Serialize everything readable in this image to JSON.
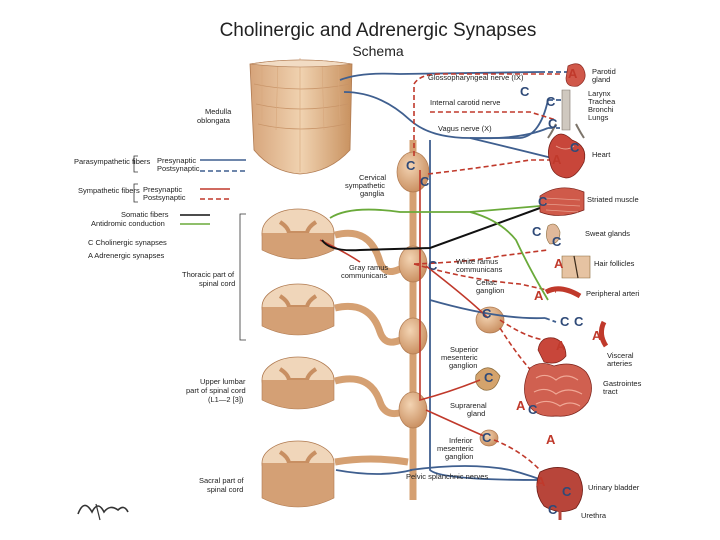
{
  "title": "Cholinergic and Adrenergic Synapses",
  "subtitle": "Schema",
  "legend": {
    "parasympathetic": "Parasympathetic fibers",
    "sympathetic": "Sympathetic fibers",
    "presynaptic": "Presynaptic",
    "postsynaptic": "Postsynaptic",
    "somatic": "Somatic fibers",
    "antidromic": "Antidromic conduction",
    "cholinergic": "C   Cholinergic synapses",
    "adrenergic": "A   Adrenergic synapses"
  },
  "cord_labels": {
    "medulla": "Medulla oblongata",
    "thoracic": "Thoracic part of spinal cord",
    "lumbar": "Upper lumbar part of spinal cord (L1—2 [3])",
    "sacral": "Sacral part of spinal cord"
  },
  "nerve_labels": {
    "glossopharyngeal": "Glossopharyngeal nerve (IX)",
    "internal_carotid": "Internal carotid nerve",
    "vagus": "Vagus nerve (X)",
    "cervical_ganglia": "Cervical sympathetic ganglia",
    "gray_ramus": "Gray ramus communicans",
    "white_ramus": "White ramus communicans",
    "celiac": "Celiac ganglion",
    "superior_mesenteric": "Superior mesenteric ganglion",
    "suprarenal": "Suprarenal gland",
    "inferior_mesenteric": "Inferior mesenteric ganglion",
    "pelvic_splanchnic": "Pelvic splanchnic nerves"
  },
  "organ_labels": {
    "parotid": "Parotid gland",
    "larynx": "Larynx Trachea Bronchi Lungs",
    "heart": "Heart",
    "striated": "Striated muscle",
    "sweat": "Sweat glands",
    "hair": "Hair follicles",
    "arteries": "Peripheral arteri",
    "visceral": "Visceral arteries",
    "gi": "Gastrointes tract",
    "bladder": "Urinary bladder",
    "urethra": "Urethra"
  },
  "signature": "F. Netter",
  "colors": {
    "parasympathetic": "#3f5f8f",
    "sympathetic": "#c0392b",
    "somatic": "#111111",
    "antidromic": "#6aaa3a",
    "tissue": "#e3b58c",
    "tissue_dark": "#c98e63",
    "organ_red": "#c8463a"
  }
}
